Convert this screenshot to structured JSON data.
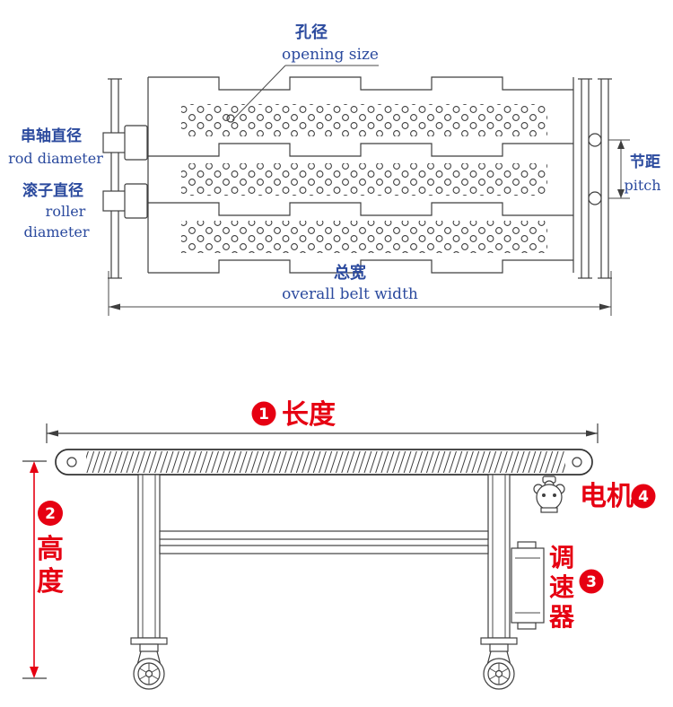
{
  "page": {
    "background": "#ffffff"
  },
  "colors": {
    "label_blue": "#2b4a9e",
    "accent_red": "#e60012",
    "line_gray": "#3f3f3f"
  },
  "belt_detail_diagram": {
    "opening_size_zh": "孔径",
    "opening_size_en": "opening size",
    "rod_diameter_zh": "串轴直径",
    "rod_diameter_en": "rod diameter",
    "roller_diameter_zh": "滚子直径",
    "roller_diameter_en_line1": "roller",
    "roller_diameter_en_line2": "diameter",
    "pitch_zh": "节距",
    "pitch_en": "pitch",
    "overall_width_zh": "总宽",
    "overall_width_en": "overall belt width"
  },
  "conveyor_diagram": {
    "length_badge": "1",
    "length_label": "长度",
    "height_badge": "2",
    "height_char_1": "高",
    "height_char_2": "度",
    "motor_label": "电机",
    "motor_badge": "4",
    "controller_char_1": "调",
    "controller_char_2": "速",
    "controller_char_3": "器",
    "controller_badge": "3"
  }
}
